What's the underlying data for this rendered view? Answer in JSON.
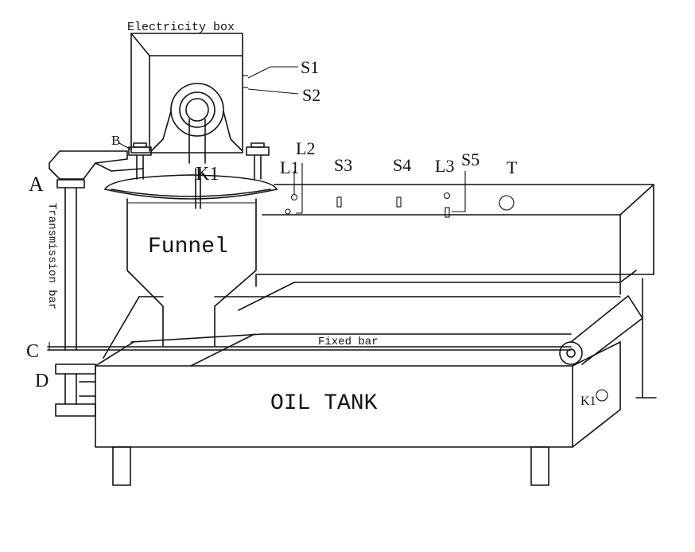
{
  "labels": {
    "electricity_box": "Electricity box",
    "s1": "S1",
    "s2": "S2",
    "b": "B",
    "a": "A",
    "k1_top": "K1",
    "l1": "L1",
    "l2": "L2",
    "s3": "S3",
    "s4": "S4",
    "l3": "L3",
    "s5": "S5",
    "t": "T",
    "funnel": "Funnel",
    "transmission_bar": "Transmission bar",
    "c": "C",
    "d": "D",
    "fixed_bar": "Fixed bar",
    "oil_tank": "OIL TANK",
    "k1_side": "K1"
  }
}
